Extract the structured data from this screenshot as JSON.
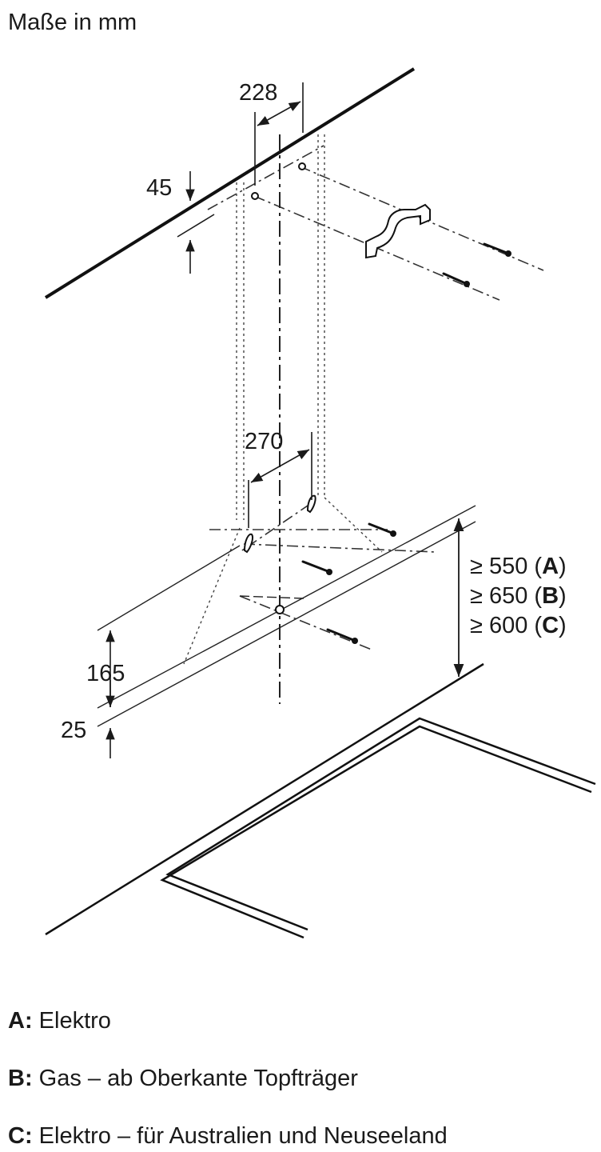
{
  "title": "Maße in mm",
  "dimensions": {
    "top_offset": "228",
    "ceiling_offset": "45",
    "lower_offset": "270",
    "height_165": "165",
    "height_25": "25"
  },
  "clearances": [
    {
      "prefix": "≥ 550 (",
      "key": "A",
      "suffix": ")"
    },
    {
      "prefix": "≥ 650 (",
      "key": "B",
      "suffix": ")"
    },
    {
      "prefix": "≥ 600 (",
      "key": "C",
      "suffix": ")"
    }
  ],
  "legend": [
    {
      "key": "A:",
      "text": " Elektro"
    },
    {
      "key": "B:",
      "text": " Gas – ab Oberkante Topfträger"
    },
    {
      "key": "C:",
      "text": " Elektro – für Australien und Neuseeland"
    }
  ],
  "icons": [
    "mounting-bracket-icon",
    "wall-screw-icon"
  ]
}
